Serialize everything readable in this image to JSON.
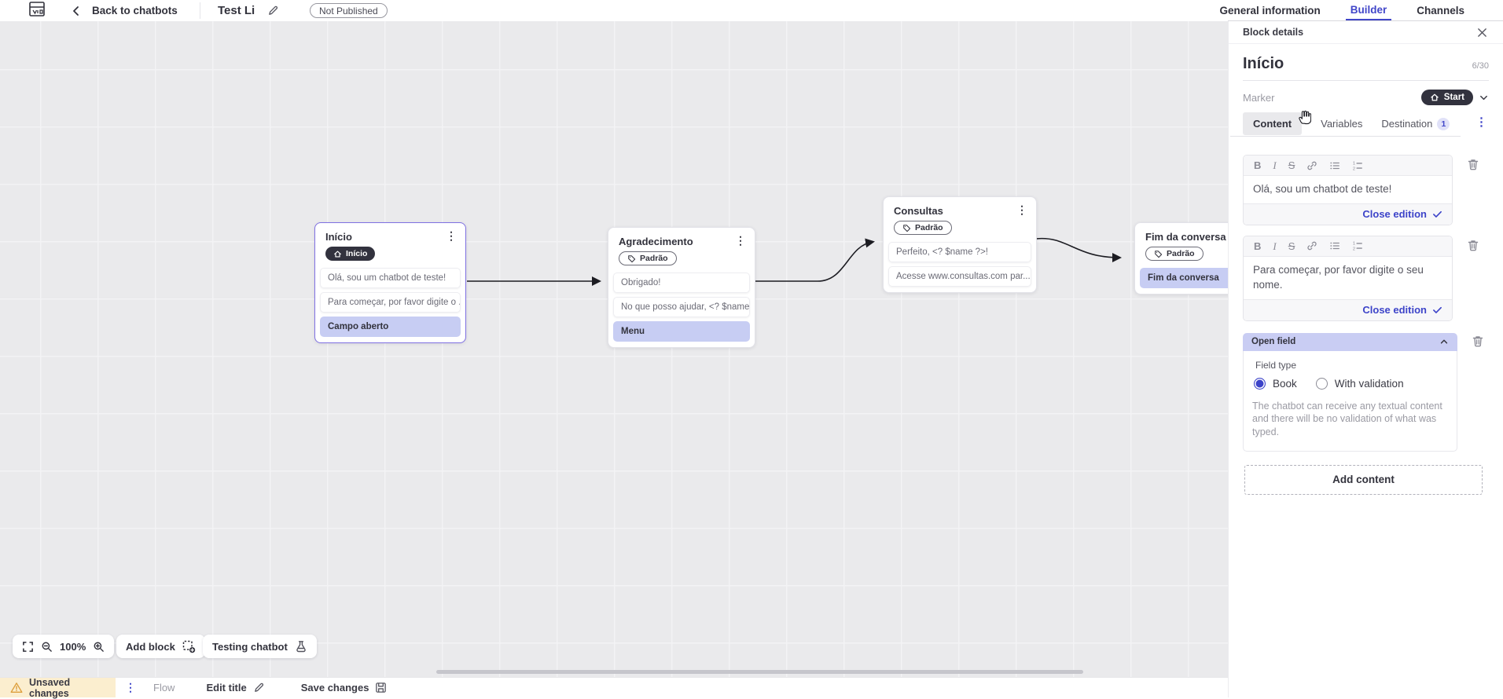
{
  "topbar": {
    "back": "Back to chatbots",
    "title": "Test Li",
    "status": "Not Published",
    "tabs": {
      "general": "General information",
      "builder": "Builder",
      "channels": "Channels"
    }
  },
  "panel": {
    "header": "Block details",
    "name": "Início",
    "counter": "6/30",
    "marker_label": "Marker",
    "marker_value": "Start",
    "tabs": {
      "content": "Content",
      "variables": "Variables",
      "destination": "Destination",
      "destination_badge": "1"
    },
    "editors": [
      {
        "text": "Olá, sou um chatbot de teste!",
        "action": "Close edition"
      },
      {
        "text": "Para começar, por favor digite o seu nome.",
        "action": "Close edition"
      }
    ],
    "open_field": {
      "title": "Open field",
      "field_type_label": "Field type",
      "option_book": "Book",
      "option_validation": "With validation",
      "description": "The chatbot can receive any textual content and there will be no validation of what was typed."
    },
    "add_content": "Add content"
  },
  "canvas": {
    "blocks": [
      {
        "title": "Início",
        "badge": "Início",
        "rows": [
          {
            "text": "Olá, sou um chatbot de teste!"
          },
          {
            "text": "Para começar, por favor digite o ..."
          },
          {
            "text": "Campo aberto"
          }
        ]
      },
      {
        "title": "Agradecimento",
        "badge": "Padrão",
        "rows": [
          {
            "text": "Obrigado!"
          },
          {
            "text": "No que posso ajudar, <? $name ..."
          },
          {
            "text": "Menu"
          }
        ]
      },
      {
        "title": "Consultas",
        "badge": "Padrão",
        "rows": [
          {
            "text": "Perfeito, <? $name ?>!"
          },
          {
            "text": "Acesse www.consultas.com par..."
          }
        ]
      },
      {
        "title": "Fim da conversa",
        "badge": "Padrão",
        "rows": [
          {
            "text": "Fim da conversa"
          }
        ]
      }
    ]
  },
  "controls": {
    "zoom_level": "100%",
    "add_block": "Add block",
    "testing": "Testing chatbot"
  },
  "statusbar": {
    "unsaved": "Unsaved changes",
    "flow": "Flow",
    "edit_title": "Edit title",
    "save": "Save changes"
  },
  "colors": {
    "accent_blue": "#3d44c9",
    "selected_purple": "#7f70e2",
    "lavender_row": "#c7cdf3",
    "dark_pill": "#32323e",
    "warning_amber": "#dd9f3c"
  }
}
